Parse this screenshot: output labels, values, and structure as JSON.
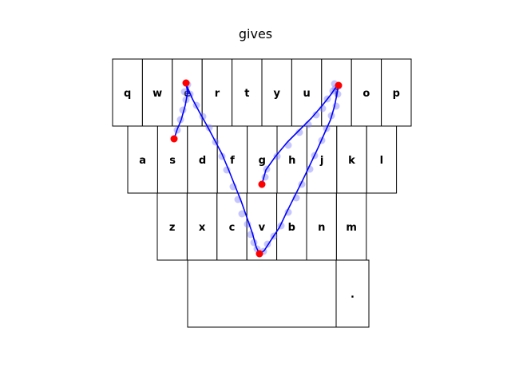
{
  "word": "gives",
  "colors": {
    "key_border": "#000000",
    "key_fill": "#ffffff",
    "key_label": "#000000",
    "path_line": "#0000ff",
    "path_samples": "#8080ff",
    "anchor_points": "#ff0000"
  },
  "keyboard": {
    "rows": [
      {
        "keys": [
          {
            "label": "q"
          },
          {
            "label": "w"
          },
          {
            "label": "e"
          },
          {
            "label": "r"
          },
          {
            "label": "t"
          },
          {
            "label": "y"
          },
          {
            "label": "u"
          },
          {
            "label": "i"
          },
          {
            "label": "o"
          },
          {
            "label": "p"
          }
        ]
      },
      {
        "keys": [
          {
            "label": "a"
          },
          {
            "label": "s"
          },
          {
            "label": "d"
          },
          {
            "label": "f"
          },
          {
            "label": "g"
          },
          {
            "label": "h"
          },
          {
            "label": "j"
          },
          {
            "label": "k"
          },
          {
            "label": "l"
          }
        ]
      },
      {
        "keys": [
          {
            "label": "z"
          },
          {
            "label": "x"
          },
          {
            "label": "c"
          },
          {
            "label": "v"
          },
          {
            "label": "b"
          },
          {
            "label": "n"
          },
          {
            "label": "m"
          }
        ]
      },
      {
        "keys": [
          {
            "label": "",
            "name": "space-key"
          },
          {
            "label": ".",
            "name": "period-key"
          }
        ]
      }
    ]
  },
  "swipe_path": {
    "letter_sequence": [
      "g",
      "i",
      "v",
      "e",
      "s"
    ]
  }
}
